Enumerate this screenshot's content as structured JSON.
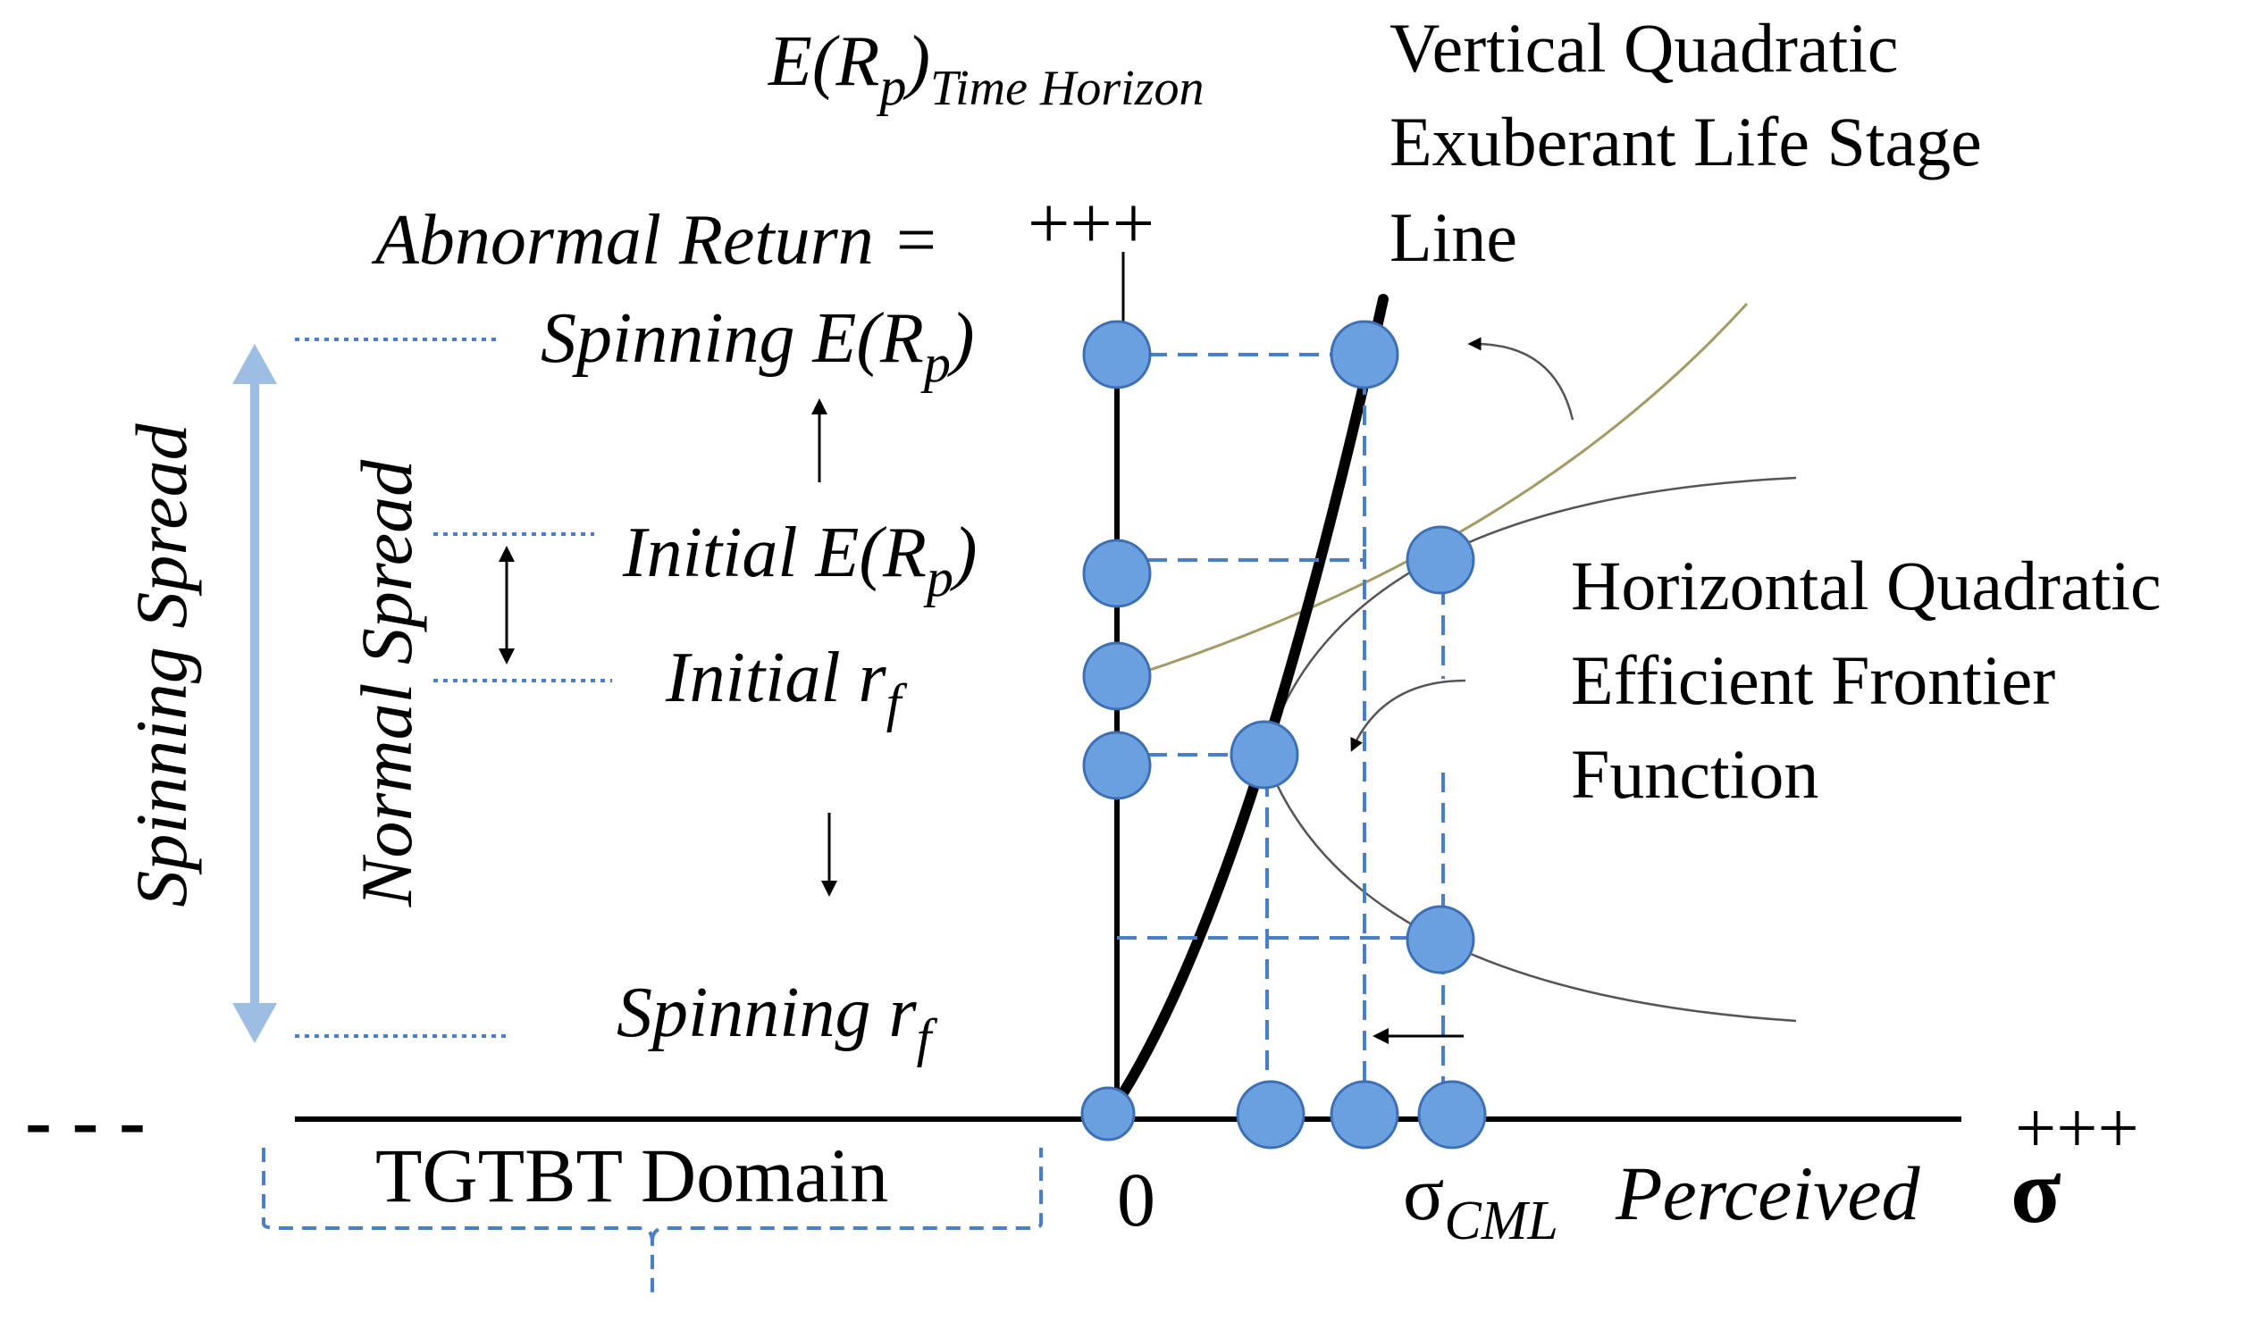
{
  "labels": {
    "y_axis_main": "E(R",
    "y_axis_sub_p": "p",
    "y_axis_close": ")",
    "y_axis_subscript": "Time Horizon",
    "abnormal_return": "Abnormal Return =",
    "plus_top": "+++",
    "plus_right": "+++",
    "vertical_title": [
      "Vertical Quadratic",
      "Exuberant Life Stage",
      "Line"
    ],
    "horizontal_title": [
      "Horizontal Quadratic",
      "Efficient Frontier",
      "Function"
    ],
    "spinning_erp_main": "Spinning E(R",
    "spinning_erp_sub": "p",
    "spinning_erp_close": ")",
    "initial_erp_main": "Initial E(R",
    "initial_erp_sub": "p",
    "initial_erp_close": ")",
    "initial_rf_main": "Initial r",
    "initial_rf_sub": "f",
    "spinning_rf_main": "Spinning r",
    "spinning_rf_sub": "f",
    "spinning_spread": "Spinning Spread",
    "normal_spread": "Normal Spread",
    "tgtbt_domain": "TGTBT Domain",
    "zero": "0",
    "sigma_cml_symbol": "σ",
    "sigma_cml_sub": "CML",
    "perceived": "Perceived",
    "sigma_big": "σ",
    "axis_neg_dash": "- - -"
  },
  "colors": {
    "point_fill": "#6a9fe0",
    "point_stroke": "#3d6fb5",
    "dashed_line": "#4a7ec8",
    "dotted_line": "#4a7ec8",
    "spread_arrow": "#9dbde3",
    "axis": "#000000",
    "olive_curve": "#a39a64",
    "gray_curve": "#555555"
  }
}
